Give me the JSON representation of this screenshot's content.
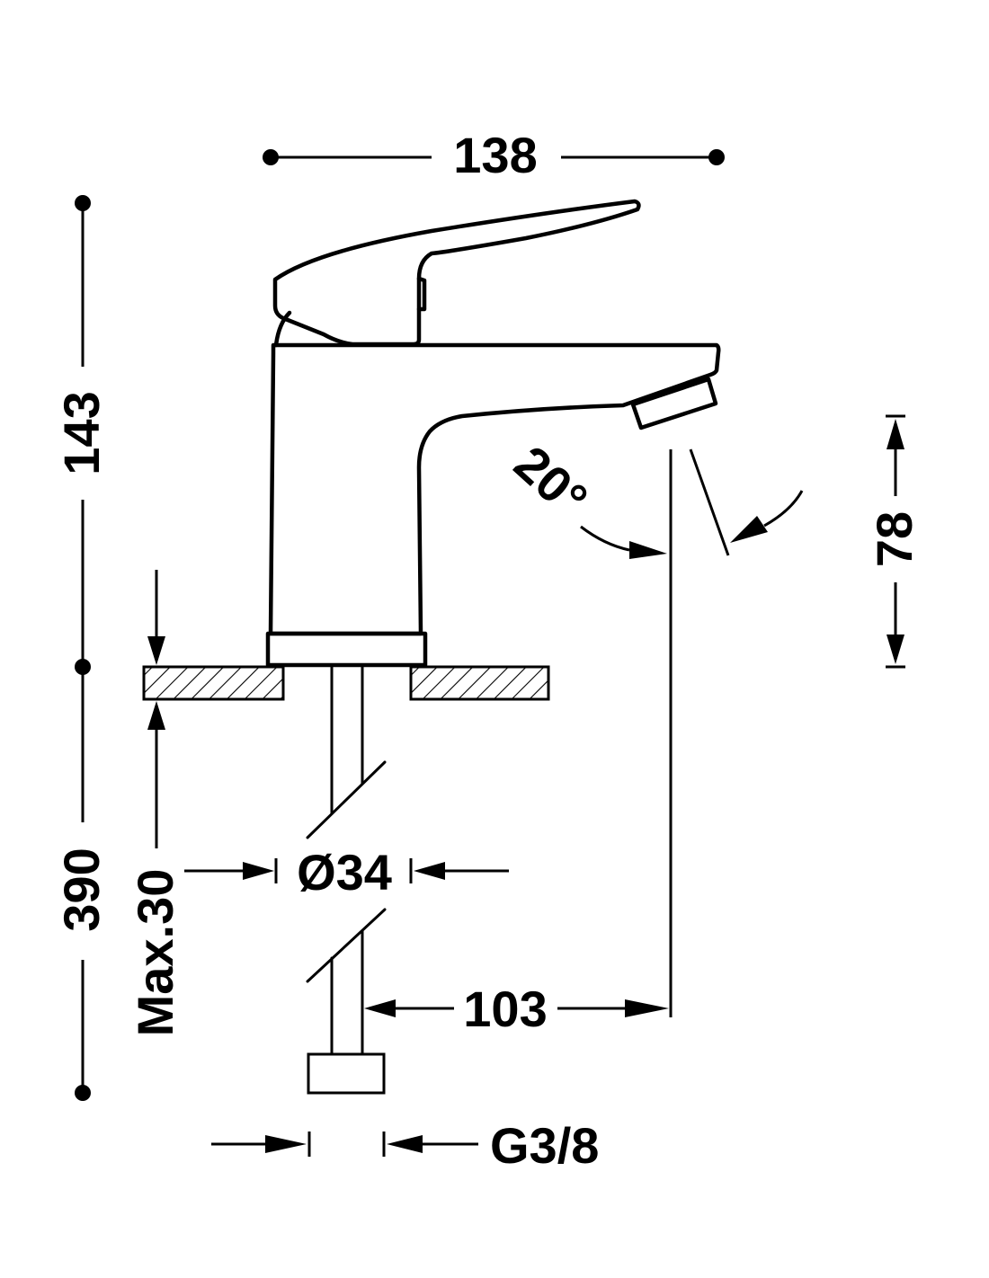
{
  "drawing": {
    "dimensions": {
      "width_top": "138",
      "height_body": "143",
      "height_total": "390",
      "spout_clearance": "78",
      "spout_angle": "20°",
      "deck_thickness": "Max.30",
      "hole_diameter": "Ø34",
      "spout_reach": "103",
      "connection_thread": "G3/8"
    },
    "colors": {
      "line": "#000000",
      "background": "#ffffff"
    }
  }
}
